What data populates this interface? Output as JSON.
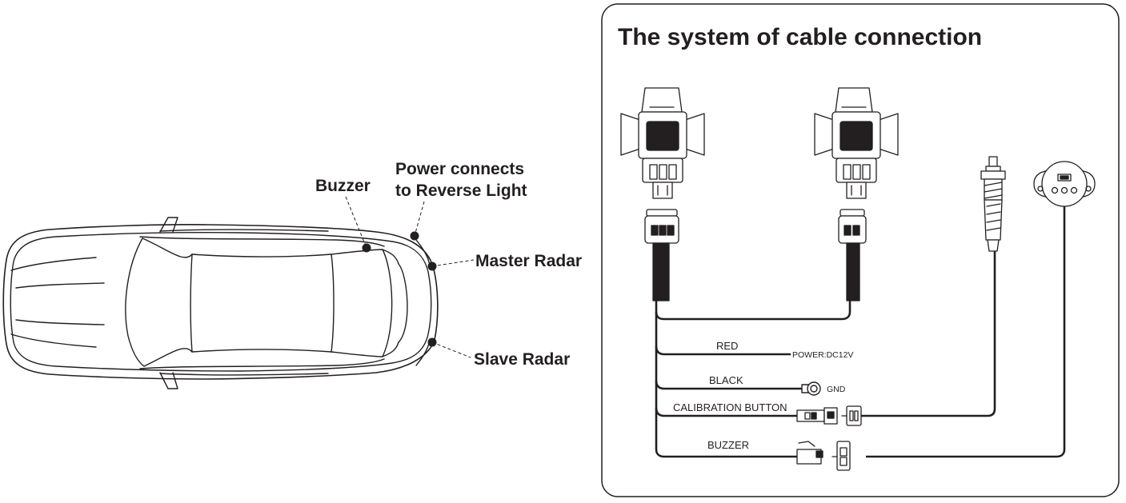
{
  "car_labels": {
    "buzzer": "Buzzer",
    "power_line1": "Power connects",
    "power_line2": "to Reverse Light",
    "master_radar": "Master Radar",
    "slave_radar": "Slave  Radar"
  },
  "panel": {
    "title": "The system of cable connection"
  },
  "wires": {
    "red": "RED",
    "power": "POWER:DC12V",
    "black": "BLACK",
    "gnd": "GND",
    "calibration": "CALIBRATION BUTTON",
    "buzzer": "BUZZER"
  }
}
